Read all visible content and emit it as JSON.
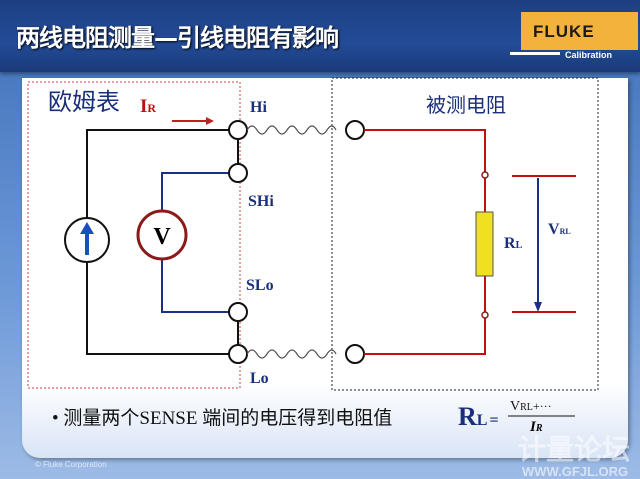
{
  "header": {
    "title": "两线电阻测量—引线电阻有影响",
    "logo": "FLUKE",
    "logo_sub": "Calibration"
  },
  "diagram": {
    "ohmmeter_label": "欧姆表",
    "current_label": "I",
    "current_sub": "R",
    "hi": "Hi",
    "shi": "SHi",
    "slo": "SLo",
    "lo": "Lo",
    "meter": "V",
    "dut_label": "被测电阻",
    "resistor": "R",
    "resistor_sub": "L",
    "voltage": "V",
    "voltage_sub": "RL"
  },
  "bullet": {
    "text": "测量两个SENSE 端间的电压得到电阻值",
    "formula_lhs": "R",
    "formula_lhs_sub": "L",
    "formula_eq": "=",
    "numerator": "V",
    "numerator_sub": "RL",
    "numerator_tail": "+···",
    "denominator": "I",
    "denominator_sub": "R"
  },
  "footer": {
    "copyright": "© Fluke Corporation",
    "watermark": "计量论坛",
    "watermark_url": "WWW.GFJL.ORG"
  }
}
